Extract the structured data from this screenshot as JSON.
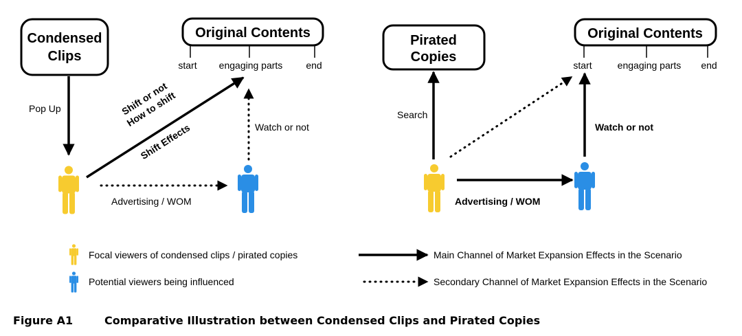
{
  "left_scenario": {
    "source_box": [
      "Condensed",
      "Clips"
    ],
    "original_box": "Original Contents",
    "timeline": {
      "start": "start",
      "middle": "engaging parts",
      "end": "end"
    },
    "pop_up": "Pop Up",
    "shift_line1": "Shift or not",
    "shift_line2": "How to shift",
    "shift_effects": "Shift Effects",
    "watch": "Watch or not",
    "advertising": "Advertising / WOM"
  },
  "right_scenario": {
    "source_box": [
      "Pirated",
      "Copies"
    ],
    "original_box": "Original Contents",
    "timeline": {
      "start": "start",
      "middle": "engaging parts",
      "end": "end"
    },
    "search": "Search",
    "watch": "Watch or not",
    "advertising": "Advertising / WOM"
  },
  "legend": {
    "focal_viewers": "Focal viewers of condensed clips / pirated copies",
    "potential_viewers": "Potential viewers being influenced",
    "main_channel": "Main Channel of Market Expansion Effects in the Scenario",
    "secondary_channel": "Secondary Channel of Market Expansion Effects in the Scenario"
  },
  "caption": {
    "label": "Figure A1",
    "title": "Comparative Illustration between Condensed Clips and Pirated Copies"
  },
  "colors": {
    "focal_viewer": "#f7cb2f",
    "potential_viewer": "#2a8ee5",
    "arrow": "#000000"
  }
}
